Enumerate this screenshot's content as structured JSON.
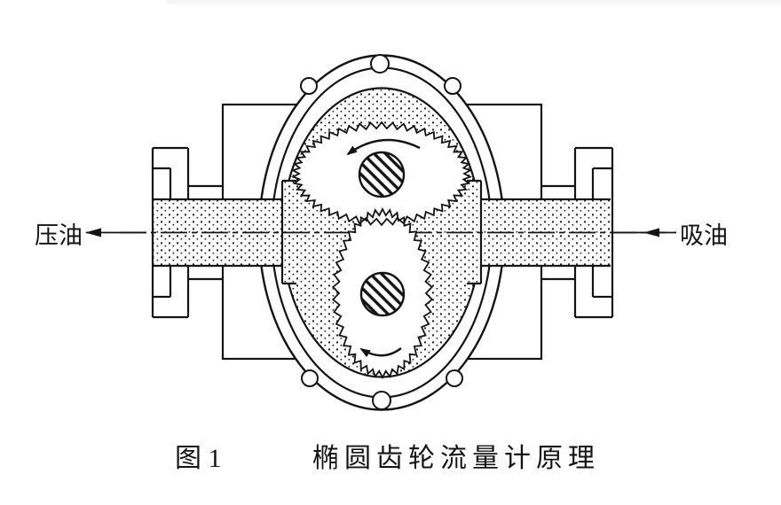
{
  "page": {
    "background": "#ffffff",
    "top_strip_color": "#f5f5f6",
    "line_color": "#141414"
  },
  "figure": {
    "labels": {
      "pressure": "压油",
      "suction": "吸油"
    },
    "caption": {
      "label": "图 1",
      "title": "椭圆齿轮流量计原理"
    },
    "icons": {
      "flow_arrow_left": "left-pointing-arrow",
      "rotation_arrow_top": "counterclockwise-arc-arrow",
      "rotation_arrow_bottom": "clockwise-arc-arrow"
    }
  }
}
